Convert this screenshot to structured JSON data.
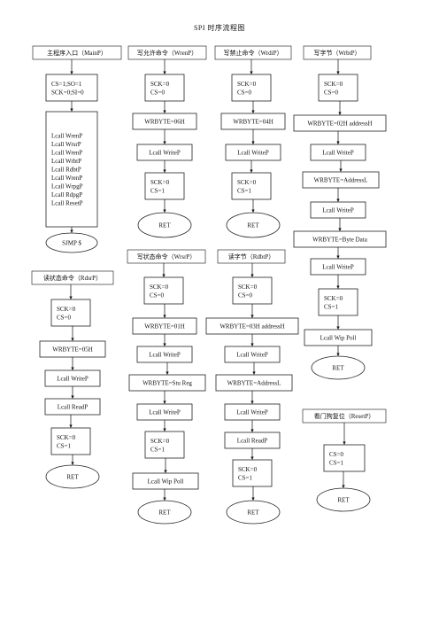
{
  "title": "SPI 时序流程图",
  "columns": [
    {
      "key": "main",
      "header": "主程序入口（MainP）",
      "nodes": [
        {
          "type": "box",
          "lines": [
            "CS=1;SO=1",
            "SCK=0;SI=0"
          ]
        },
        {
          "type": "box",
          "lines": [
            "Lcall WrenP",
            "Lcall WrsrP",
            "Lcall WrenP",
            "Lcall WrbtP",
            "Lcall RdbtP",
            "Lcall WrenP",
            "Lcall WrpgP",
            "Lcall RdpgP",
            "Lcall ResetP"
          ]
        },
        {
          "type": "oval",
          "lines": [
            "SJMP $"
          ]
        }
      ]
    },
    {
      "key": "wren",
      "header": "写允许命令（WrenP）",
      "nodes": [
        {
          "type": "box",
          "lines": [
            "SCK=0",
            "CS=0"
          ]
        },
        {
          "type": "box",
          "lines": [
            "WRBYTE=06H"
          ]
        },
        {
          "type": "box",
          "lines": [
            "Lcall WriteP"
          ]
        },
        {
          "type": "box",
          "lines": [
            "SCK=0",
            "CS=1"
          ]
        },
        {
          "type": "oval",
          "lines": [
            "RET"
          ]
        }
      ]
    },
    {
      "key": "wrdi",
      "header": "写禁止命令（WrdiP）",
      "nodes": [
        {
          "type": "box",
          "lines": [
            "SCK=0",
            "CS=0"
          ]
        },
        {
          "type": "box",
          "lines": [
            "WRBYTE=04H"
          ]
        },
        {
          "type": "box",
          "lines": [
            "Lcall WriteP"
          ]
        },
        {
          "type": "box",
          "lines": [
            "SCK=0",
            "CS=1"
          ]
        },
        {
          "type": "oval",
          "lines": [
            "RET"
          ]
        }
      ]
    },
    {
      "key": "wrbt",
      "header": "写字节（WrbtP）",
      "nodes": [
        {
          "type": "box",
          "lines": [
            "SCK=0",
            "CS=0"
          ]
        },
        {
          "type": "box",
          "lines": [
            "WRBYTE=02H addressH"
          ]
        },
        {
          "type": "box",
          "lines": [
            "Lcall WriteP"
          ]
        },
        {
          "type": "box",
          "lines": [
            "WRBYTE=AddressL"
          ]
        },
        {
          "type": "box",
          "lines": [
            "Lcall WriteP"
          ]
        },
        {
          "type": "box",
          "lines": [
            "WRBYTE=Byte  Data"
          ]
        },
        {
          "type": "box",
          "lines": [
            "Lcall WriteP"
          ]
        },
        {
          "type": "box",
          "lines": [
            "SCK=0",
            "CS=1"
          ]
        },
        {
          "type": "box",
          "lines": [
            "Lcall Wip  Poll"
          ]
        },
        {
          "type": "oval",
          "lines": [
            "RET"
          ]
        }
      ]
    },
    {
      "key": "rdsr",
      "header": "读状态命令（RdsrP）",
      "nodes": [
        {
          "type": "box",
          "lines": [
            "SCK=0",
            "CS=0"
          ]
        },
        {
          "type": "box",
          "lines": [
            "WRBYTE=05H"
          ]
        },
        {
          "type": "box",
          "lines": [
            "Lcall WriteP"
          ]
        },
        {
          "type": "box",
          "lines": [
            "Lcall ReadP"
          ]
        },
        {
          "type": "box",
          "lines": [
            "SCK=0",
            "CS=1"
          ]
        },
        {
          "type": "oval",
          "lines": [
            "RET"
          ]
        }
      ]
    },
    {
      "key": "wrsr",
      "header": "写状态命令（WrsrP）",
      "nodes": [
        {
          "type": "box",
          "lines": [
            "SCK=0",
            "CS=0"
          ]
        },
        {
          "type": "box",
          "lines": [
            "WRBYTE=01H"
          ]
        },
        {
          "type": "box",
          "lines": [
            "Lcall WriteP"
          ]
        },
        {
          "type": "box",
          "lines": [
            "WRBYTE=Stu  Reg"
          ]
        },
        {
          "type": "box",
          "lines": [
            "Lcall WriteP"
          ]
        },
        {
          "type": "box",
          "lines": [
            "SCK=0",
            "CS=1"
          ]
        },
        {
          "type": "box",
          "lines": [
            "Lcall Wip  Poll"
          ]
        },
        {
          "type": "oval",
          "lines": [
            "RET"
          ]
        }
      ]
    },
    {
      "key": "rdbt",
      "header": "读字节（RdbtP）",
      "nodes": [
        {
          "type": "box",
          "lines": [
            "SCK=0",
            "CS=0"
          ]
        },
        {
          "type": "box",
          "lines": [
            "WRBYTE=03H addressH"
          ]
        },
        {
          "type": "box",
          "lines": [
            "Lcall WriteP"
          ]
        },
        {
          "type": "box",
          "lines": [
            "WRBYTE=AddressL"
          ]
        },
        {
          "type": "box",
          "lines": [
            "Lcall WriteP"
          ]
        },
        {
          "type": "box",
          "lines": [
            "Lcall ReadP"
          ]
        },
        {
          "type": "box",
          "lines": [
            "SCK=0",
            "CS=1"
          ]
        },
        {
          "type": "oval",
          "lines": [
            "RET"
          ]
        }
      ]
    },
    {
      "key": "reset",
      "header": "看门狗复位（ResetP）",
      "nodes": [
        {
          "type": "box",
          "lines": [
            "CS=0",
            "CS=1"
          ]
        },
        {
          "type": "oval",
          "lines": [
            "RET"
          ]
        }
      ]
    }
  ]
}
